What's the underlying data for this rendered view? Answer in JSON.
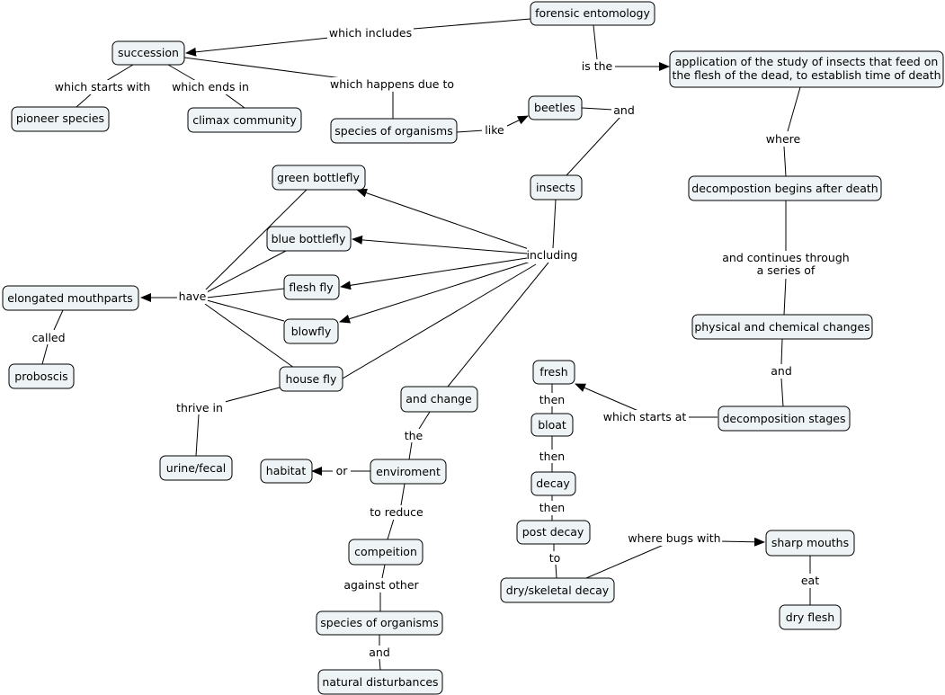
{
  "concepts": {
    "forensic_entomology": "forensic entomology",
    "succession": "succession",
    "pioneer_species": "pioneer species",
    "climax_community": "climax community",
    "species_of_organisms_top": "species of organisms",
    "beetles": "beetles",
    "application_line1": "application of the study of insects that feed on",
    "application_line2": "the flesh of the dead, to establish time of death",
    "insects": "insects",
    "green_bottlefly": "green bottlefly",
    "blue_bottlefly": "blue bottlefly",
    "flesh_fly": "flesh fly",
    "blowfly": "blowfly",
    "house_fly": "house fly",
    "elongated_mouthparts": "elongated mouthparts",
    "proboscis": "proboscis",
    "urine_fecal": "urine/fecal",
    "decomposition_begins": "decompostion begins after death",
    "physical_chemical_changes": "physical and chemical changes",
    "decomposition_stages": "decomposition stages",
    "fresh": "fresh",
    "bloat": "bloat",
    "decay": "decay",
    "post_decay": "post decay",
    "dry_skeletal_decay": "dry/skeletal decay",
    "sharp_mouths": "sharp mouths",
    "dry_flesh": "dry flesh",
    "and_change": "and change",
    "habitat": "habitat",
    "enviroment": "enviroment",
    "compeition": "compeition",
    "species_of_organisms_bottom": "species of organisms",
    "natural_disturbances": "natural disturbances"
  },
  "links": {
    "which_includes": "which  includes",
    "which_starts_with": "which starts with",
    "which_ends_in": "which ends in",
    "which_happens_due_to": "which happens due to",
    "like": "like",
    "and_beetles": "and",
    "is_the": "is the",
    "where": "where",
    "and_continues_line1": "and continues through",
    "and_continues_line2": "a series of",
    "and_stages": "and",
    "including": "including",
    "have": "have",
    "called": "called",
    "thrive_in": "thrive in",
    "which_starts_at": "which starts at",
    "then_1": "then",
    "then_2": "then",
    "then_3": "then",
    "to": "to",
    "where_bugs_with": "where bugs with",
    "eat": "eat",
    "the": "the",
    "or": "or",
    "to_reduce": "to reduce",
    "against_other": "against other",
    "and_natural": "and"
  },
  "colors": {
    "node_fill": "#eef3f5",
    "stroke": "#000000",
    "background": "#ffffff"
  }
}
